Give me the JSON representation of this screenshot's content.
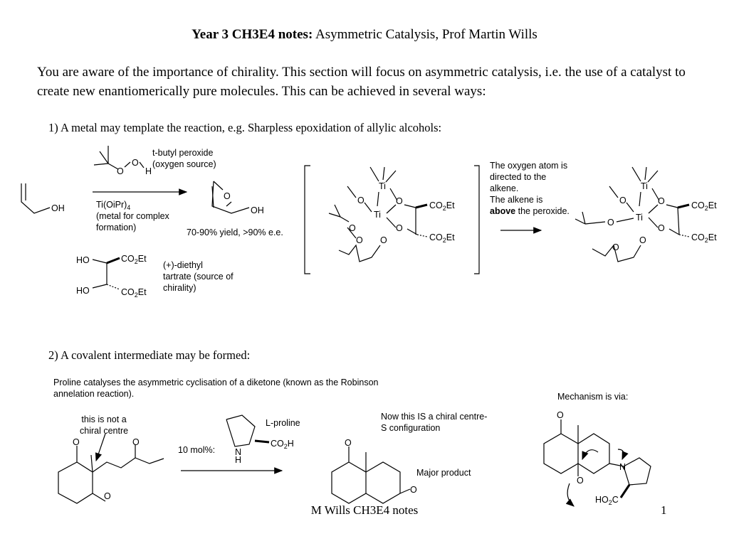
{
  "header": {
    "title_bold": "Year 3 CH3E4 notes:",
    "title_rest": " Asymmetric Catalysis, Prof Martin Wills"
  },
  "intro": "You are aware of the importance of chirality. This section will focus on asymmetric catalysis, i.e. the use of a catalyst to create new enantiomerically pure molecules. This can be achieved in several ways:",
  "section1": {
    "heading": "1) A metal may template the reaction, e.g. Sharpless epoxidation of allylic alcohols:",
    "peroxide_label_1": "t-butyl peroxide",
    "peroxide_label_2": "(oxygen source)",
    "metal_label_main": "Ti(OiPr)",
    "metal_label_sub": "4",
    "metal_label_2": "(metal for complex",
    "metal_label_3": "formation)",
    "yield": "70-90% yield, >90% e.e.",
    "tartrate_1": "(+)-diethyl",
    "tartrate_2": "tartrate (source of",
    "tartrate_3": "chirality)",
    "note_1": "The oxygen atom is",
    "note_2": "directed to the",
    "note_3": "alkene.",
    "note_4": "The alkene is",
    "note_5_bold": "above",
    "note_5_rest": " the peroxide."
  },
  "section2": {
    "heading": "2) A covalent intermediate may be formed:",
    "desc_1": "Proline catalyses the asymmetric cyclisation of a diketone (known as the Robinson",
    "desc_2": "annelation reaction).",
    "mechanism": "Mechanism is via:",
    "not_chiral_1": "this is not a",
    "not_chiral_2": "chiral centre",
    "proline": "L-proline",
    "mol": "10 mol%:",
    "chiral_1": "Now this IS a chiral centre-",
    "chiral_2": "S configuration",
    "major": "Major product"
  },
  "footer": {
    "text": "M Wills CH3E4 notes",
    "page": "1"
  }
}
